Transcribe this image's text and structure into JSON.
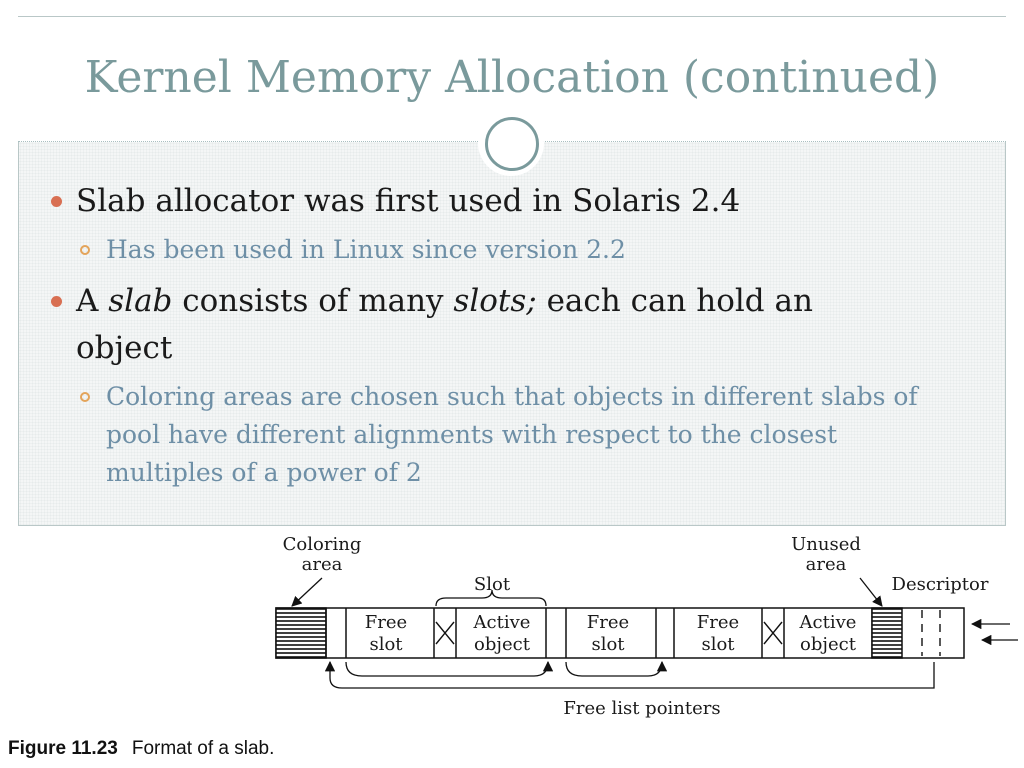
{
  "slide": {
    "title": "Kernel Memory Allocation (continued)",
    "bullets": [
      {
        "text": "Slab allocator was first used in Solaris 2.4",
        "sub": [
          "Has been used in Linux since version 2.2"
        ]
      },
      {
        "parts": [
          "A ",
          "slab",
          " consists of many ",
          "slots;",
          " each can hold an"
        ],
        "line2": "object",
        "sub": [
          "Coloring areas are chosen such that objects in different slabs of",
          "pool have different alignments with respect to the closest",
          "multiples of a power of 2"
        ]
      }
    ]
  },
  "figure": {
    "labels": {
      "coloring_area_1": "Coloring",
      "coloring_area_2": "area",
      "slot": "Slot",
      "unused_area_1": "Unused",
      "unused_area_2": "area",
      "descriptor": "Descriptor",
      "free_list_pointers": "Free list pointers"
    },
    "cells": [
      {
        "line1": "Free",
        "line2": "slot"
      },
      {
        "line1": "Active",
        "line2": "object"
      },
      {
        "line1": "Free",
        "line2": "slot"
      },
      {
        "line1": "Free",
        "line2": "slot"
      },
      {
        "line1": "Active",
        "line2": "object"
      }
    ],
    "caption_label": "Figure 11.23",
    "caption_text": "Format of a slab."
  },
  "colors": {
    "title": "#7a9a9c",
    "bullet_dot": "#d86f52",
    "sub_bullet": "#e4a45a",
    "sub_text": "#6e8fa6"
  }
}
